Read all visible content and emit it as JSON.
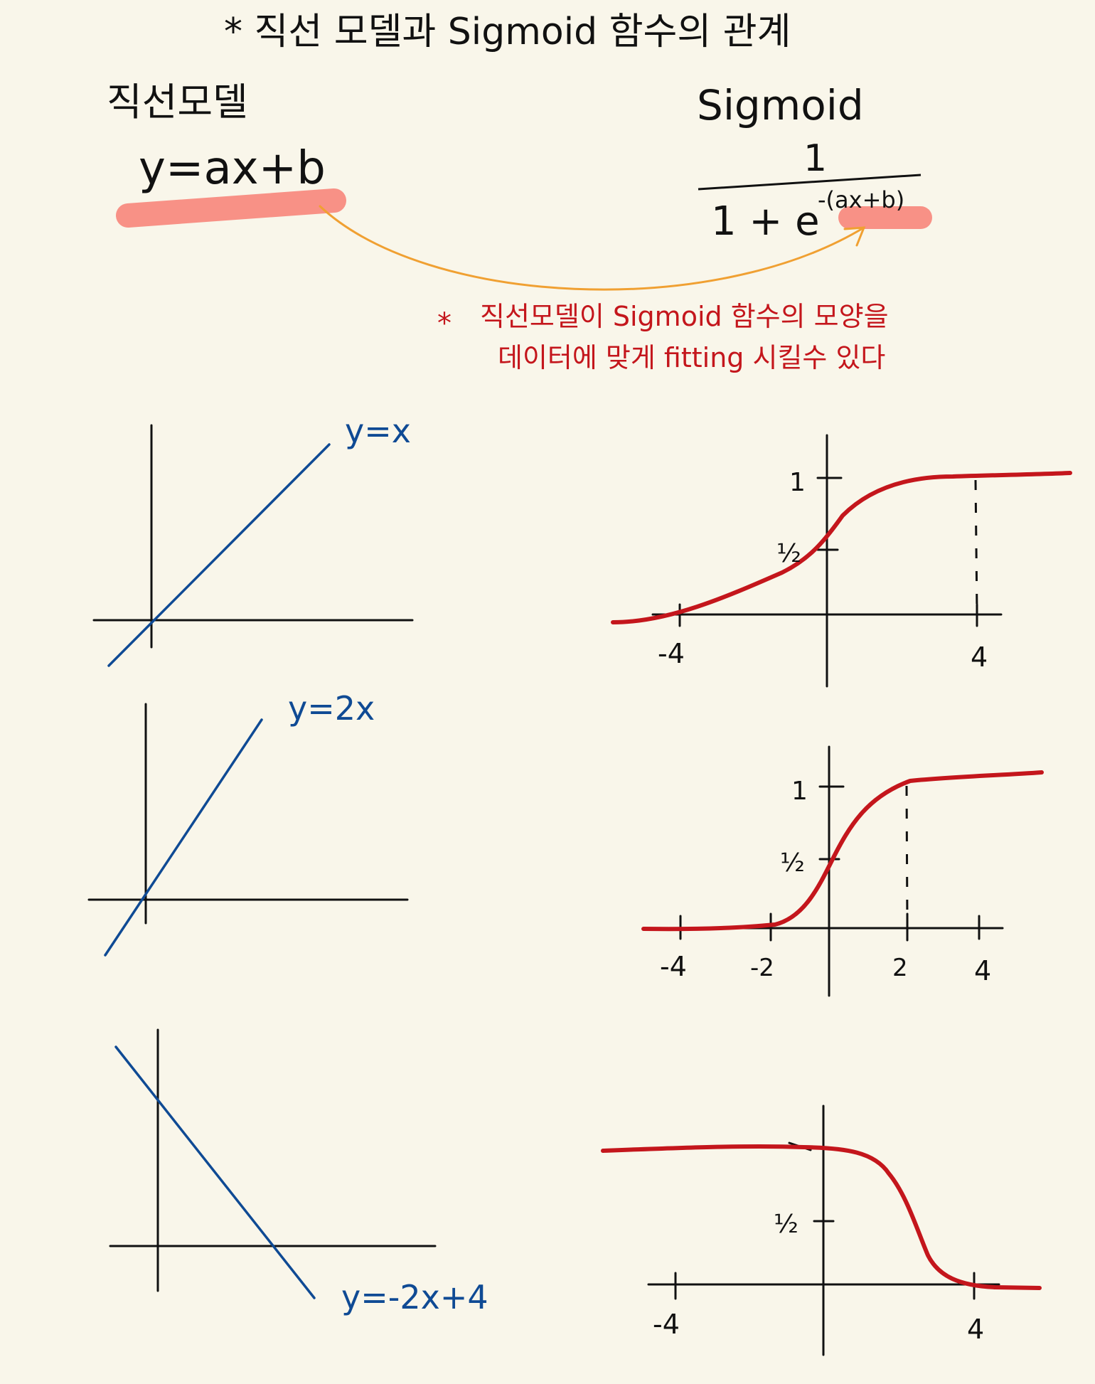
{
  "title": "* 직선 모델과 Sigmoid 함수의 관계",
  "left_header": "직선모델",
  "right_header": "Sigmoid",
  "linear_formula": "y=ax+b",
  "sigmoid_numerator": "1",
  "sigmoid_denominator": "1 + e",
  "sigmoid_exponent": "-(ax+b)",
  "note": {
    "star": "*",
    "line1": "직선모델이 Sigmoid 함수의 모양을",
    "line2": "데이터에 맞게 fitting 시킬수 있다"
  },
  "lines": [
    {
      "label": "y=x",
      "slope": 1,
      "intercept": 0
    },
    {
      "label": "y=2x",
      "slope": 2,
      "intercept": 0
    },
    {
      "label": "y=-2x+4",
      "slope": -2,
      "intercept": 4
    }
  ],
  "sigmoids": [
    {
      "ticks": {
        "y_one": "1",
        "y_half": "½",
        "x_neg": "-4",
        "x_pos": "4"
      },
      "curve": "increasing"
    },
    {
      "ticks": {
        "y_one": "1",
        "y_half": "½",
        "x_neg4": "-4",
        "x_neg2": "-2",
        "x_pos2": "2",
        "x_pos4": "4"
      },
      "curve": "increasing-steep"
    },
    {
      "ticks": {
        "y_half": "½",
        "x_neg": "-4",
        "x_pos": "4"
      },
      "curve": "decreasing"
    }
  ],
  "colors": {
    "background": "#f9f6ea",
    "ink": "#111111",
    "blue": "#0f4a94",
    "red": "#c4161c",
    "highlight": "#f7867b",
    "arrow": "#f0a032"
  }
}
